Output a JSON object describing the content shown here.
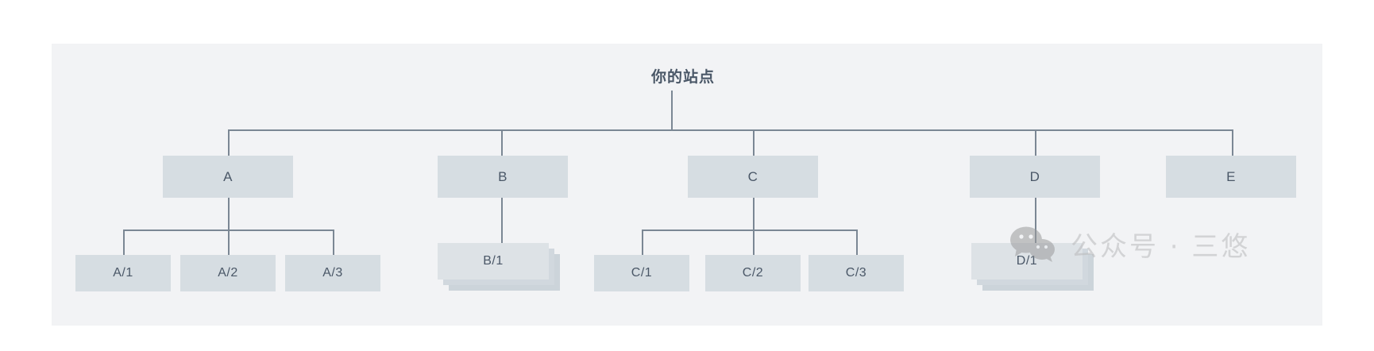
{
  "panel": {
    "background_color": "#f2f3f5",
    "page_background_color": "#ffffff"
  },
  "diagram": {
    "type": "site-map-tree",
    "node_fill_color": "#d6dde2",
    "node_text_color": "#4a5767",
    "connector_color": "#7b8794",
    "root": {
      "label": "你的站点"
    },
    "level2": [
      {
        "id": "A",
        "label": "A"
      },
      {
        "id": "B",
        "label": "B"
      },
      {
        "id": "C",
        "label": "C"
      },
      {
        "id": "D",
        "label": "D"
      },
      {
        "id": "E",
        "label": "E"
      }
    ],
    "level3": [
      {
        "id": "A1",
        "label": "A/1",
        "parent": "A",
        "stacked": false
      },
      {
        "id": "A2",
        "label": "A/2",
        "parent": "A",
        "stacked": false
      },
      {
        "id": "A3",
        "label": "A/3",
        "parent": "A",
        "stacked": false
      },
      {
        "id": "B1",
        "label": "B/1",
        "parent": "B",
        "stacked": true
      },
      {
        "id": "C1",
        "label": "C/1",
        "parent": "C",
        "stacked": false
      },
      {
        "id": "C2",
        "label": "C/2",
        "parent": "C",
        "stacked": false
      },
      {
        "id": "C3",
        "label": "C/3",
        "parent": "C",
        "stacked": false
      },
      {
        "id": "D1",
        "label": "D/1",
        "parent": "D",
        "stacked": true
      }
    ]
  },
  "watermark": {
    "text": "公众号 · 三悠",
    "logo_name": "wechat-logo",
    "color": "#b9babb"
  }
}
